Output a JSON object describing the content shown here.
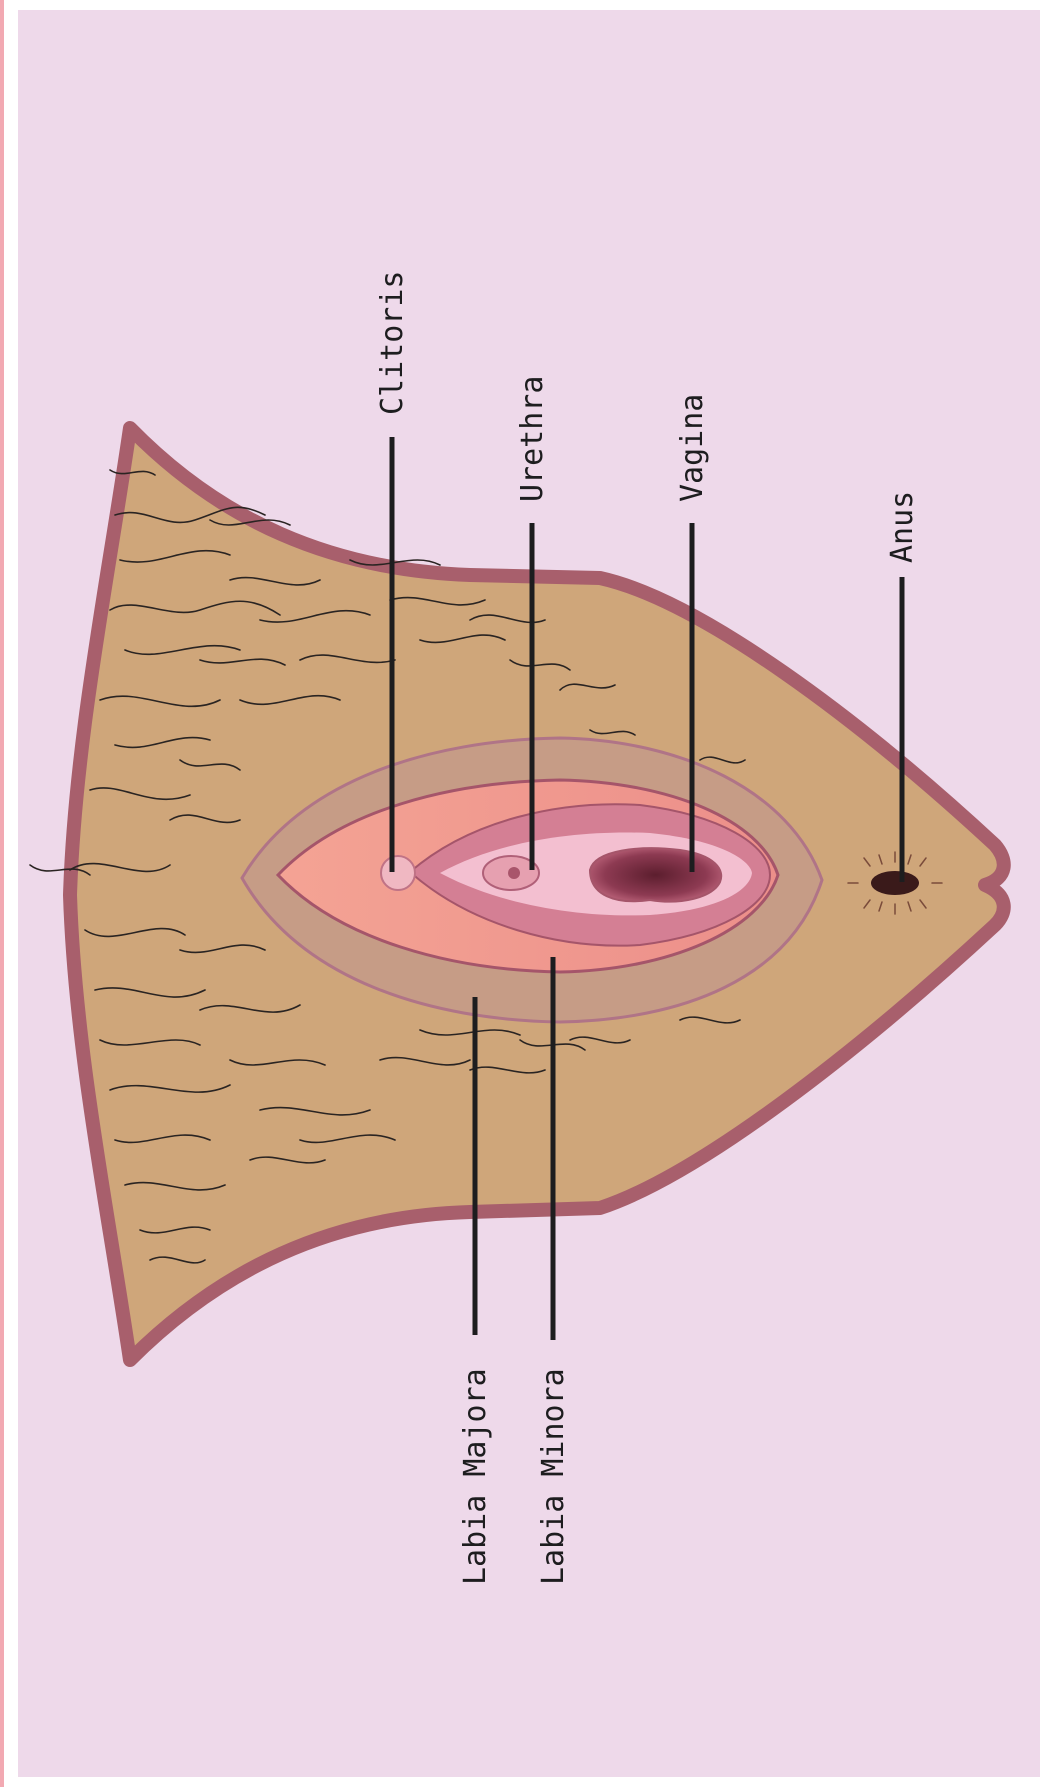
{
  "diagram": {
    "labels": {
      "clitoris": "Clitoris",
      "urethra": "Urethra",
      "vagina": "Vagina",
      "anus": "Anus",
      "labia_majora": "Labia Majora",
      "labia_minora": "Labia Minora"
    }
  },
  "colors": {
    "panel_background": "#eed9ea",
    "left_rule": "#f2a9b2",
    "skin": "#cfa67a",
    "outline": "#a85f6c",
    "labia_majora": "#c69c86",
    "labia_minora": "#d47f94",
    "inner": "#f3bfd0",
    "vagina_opening": "#7a2e43",
    "hair": "#2a2422",
    "leader_line": "#1d1d1f"
  }
}
